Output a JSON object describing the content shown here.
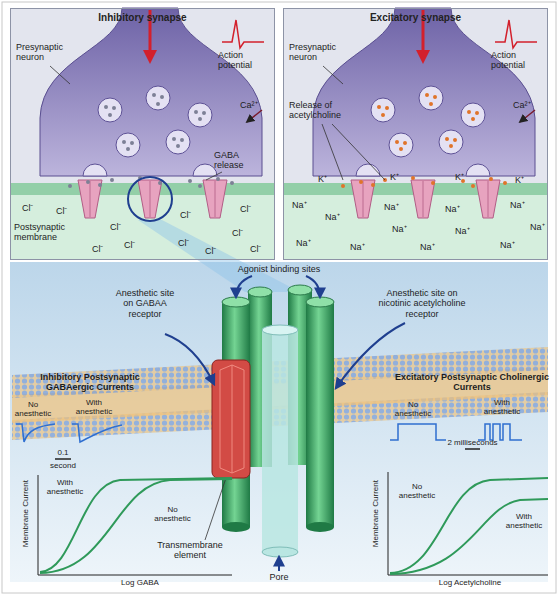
{
  "diagram": {
    "nodes": [
      {
        "text": [
          "Inhibitory synapse"
        ]
      },
      {
        "text": [
          "Excitatory synapse"
        ]
      }
    ],
    "labels": [
      "Presynaptic neuron",
      "Action potential",
      "Ca²⁺",
      "GABA release",
      "Postsynaptic membrane",
      "Presynaptic neuron",
      "Action potential",
      "Ca²⁺",
      "Release of acetylcholine",
      "Cl⁻",
      "Cl⁻",
      "Cl⁻",
      "Cl⁻",
      "Cl⁻",
      "Cl⁻",
      "Cl⁻",
      "Cl⁻",
      "Cl⁻",
      "Cl⁻",
      "Cl⁻",
      "K⁺",
      "K⁺",
      "K⁺",
      "K⁺",
      "Na⁺",
      "Na⁺",
      "Na⁺",
      "Na⁺",
      "Na⁺",
      "Na⁺",
      "Na⁺",
      "Na⁺",
      "Na⁺",
      "Na⁺",
      "Na⁺",
      "Na⁺",
      "Agonist binding sites",
      "Anesthetic site on GABAA receptor",
      "Anesthetic site on nicotinic acetylcholine receptor",
      "Inhibitory Postsynaptic GABAergic Currents",
      "No anesthetic",
      "With anesthetic",
      "0.1 second",
      "Membrane Current",
      "With anesthetic",
      "No anesthetic",
      "Log GABA",
      "Transmembrane element",
      "Pore",
      "Excitatory Postsynaptic Cholinergic Currents",
      "No anesthetic",
      "With anesthetic",
      "2 milliseconds",
      "Membrane Current",
      "No anesthetic",
      "With anesthetic",
      "Log Acetylcholine"
    ]
  }
}
